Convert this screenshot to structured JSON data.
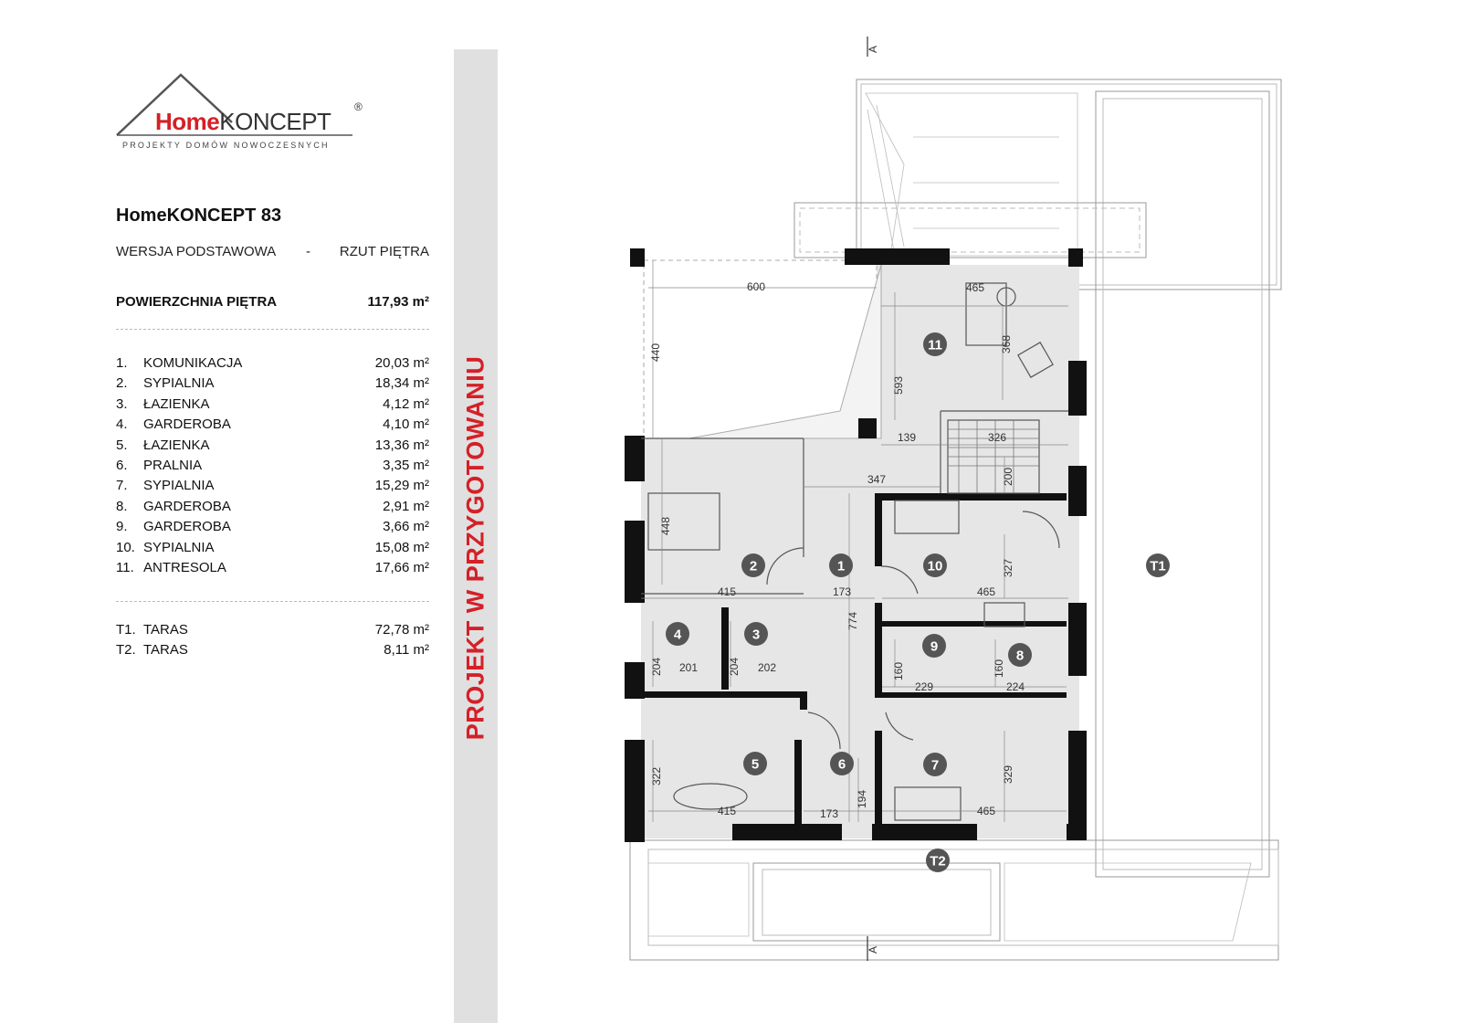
{
  "brand": {
    "home": "Home",
    "koncept": "KONCEPT",
    "reg": "®",
    "tagline": "PROJEKTY DOMÓW NOWOCZESNYCH"
  },
  "header": {
    "title": "HomeKONCEPT 83",
    "version": "WERSJA  PODSTAWOWA",
    "dash": "-",
    "view": "RZUT PIĘTRA"
  },
  "floor_area": {
    "label": "POWIERZCHNIA PIĘTRA",
    "value": "117,93 m²"
  },
  "rooms": [
    {
      "num": "1.",
      "name": "KOMUNIKACJA",
      "area": "20,03 m²"
    },
    {
      "num": "2.",
      "name": "SYPIALNIA",
      "area": "18,34 m²"
    },
    {
      "num": "3.",
      "name": "ŁAZIENKA",
      "area": "4,12 m²"
    },
    {
      "num": "4.",
      "name": "GARDEROBA",
      "area": "4,10 m²"
    },
    {
      "num": "5.",
      "name": "ŁAZIENKA",
      "area": "13,36 m²"
    },
    {
      "num": "6.",
      "name": "PRALNIA",
      "area": "3,35 m²"
    },
    {
      "num": "7.",
      "name": "SYPIALNIA",
      "area": "15,29 m²"
    },
    {
      "num": "8.",
      "name": "GARDEROBA",
      "area": "2,91 m²"
    },
    {
      "num": "9.",
      "name": "GARDEROBA",
      "area": "3,66 m²"
    },
    {
      "num": "10.",
      "name": "SYPIALNIA",
      "area": "15,08 m²"
    },
    {
      "num": "11.",
      "name": "ANTRESOLA",
      "area": "17,66 m²"
    }
  ],
  "terraces": [
    {
      "num": "T1.",
      "name": "TARAS",
      "area": "72,78 m²"
    },
    {
      "num": "T2.",
      "name": "TARAS",
      "area": "8,11 m²"
    }
  ],
  "banner": "PROJEKT W PRZYGOTOWANIU",
  "plan": {
    "section_mark": "A",
    "badges": [
      "1",
      "2",
      "3",
      "4",
      "5",
      "6",
      "7",
      "8",
      "9",
      "10",
      "11",
      "T1",
      "T2"
    ],
    "dimensions": [
      "600",
      "440",
      "465",
      "368",
      "593",
      "139",
      "326",
      "347",
      "200",
      "448",
      "415",
      "173",
      "465",
      "327",
      "774",
      "204",
      "201",
      "204",
      "202",
      "160",
      "229",
      "160",
      "224",
      "322",
      "415",
      "194",
      "173",
      "329",
      "465"
    ]
  }
}
